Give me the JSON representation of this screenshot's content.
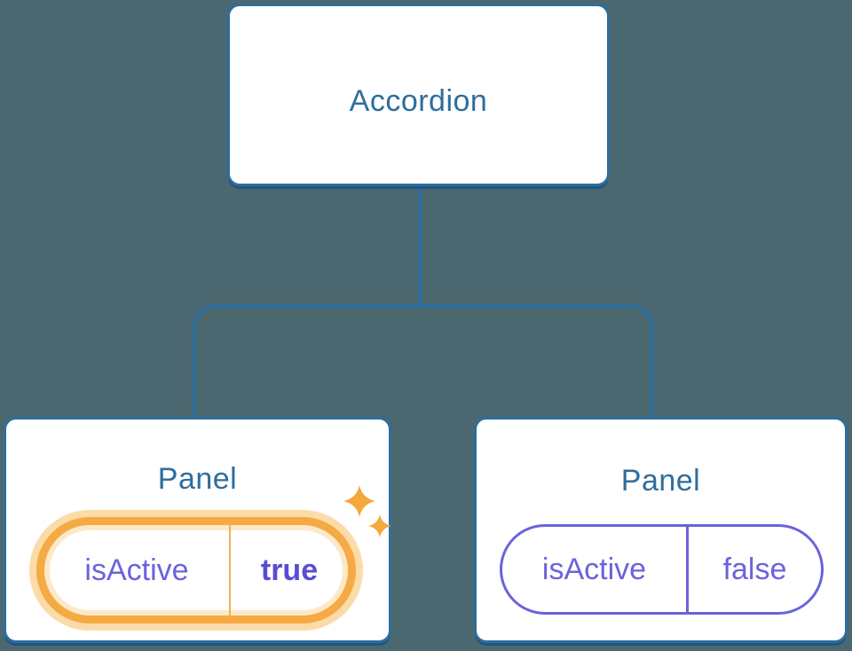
{
  "diagram": {
    "type": "component-tree",
    "root": {
      "label": "Accordion"
    },
    "children": [
      {
        "title": "Panel",
        "prop_name": "isActive",
        "prop_value": "true",
        "highlighted": true
      },
      {
        "title": "Panel",
        "prop_name": "isActive",
        "prop_value": "false",
        "highlighted": false
      }
    ]
  },
  "icons": {
    "sparkles_icon": "✦"
  },
  "colors": {
    "background": "#4B6770",
    "node_fill": "#FFFFFF",
    "node_border": "#2D6E9E",
    "node_shadow": "#20567F",
    "heading_text": "#2E6E9E",
    "prop_text": "#6A63DC",
    "prop_value_bold": "#574ED2",
    "highlight_ring": "#F5AA43",
    "highlight_glow": "#FBDCA9",
    "sparkle": "#F3A93C"
  }
}
